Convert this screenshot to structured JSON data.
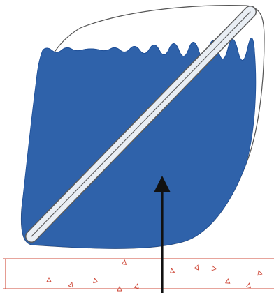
{
  "diagram": {
    "colors": {
      "background": "#ffffff",
      "water": "#2f62aa",
      "water_edge": "#1e4f98",
      "container_outline": "#555555",
      "rod_fill": "#e9eef4",
      "rod_outline": "#5a5a5a",
      "arrow": "#111111",
      "ground_line": "#cf4a3a",
      "ground_marks": "#cf4a3a"
    },
    "icons": {
      "container": "tilted-vessel",
      "rod": "diagonal-rod",
      "arrow": "upward-force-arrow",
      "ground": "concrete-slab"
    }
  }
}
